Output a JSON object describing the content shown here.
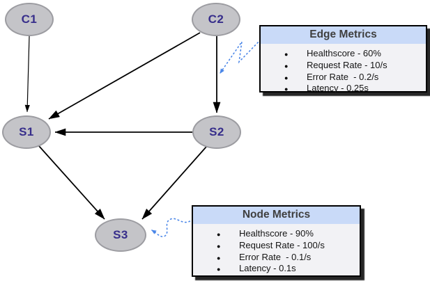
{
  "diagram": {
    "nodes": [
      {
        "id": "C1",
        "label": "C1"
      },
      {
        "id": "C2",
        "label": "C2"
      },
      {
        "id": "S1",
        "label": "S1"
      },
      {
        "id": "S2",
        "label": "S2"
      },
      {
        "id": "S3",
        "label": "S3"
      }
    ],
    "edges": [
      "C1->S1",
      "C2->S1",
      "C2->S2",
      "S2->S1",
      "S1->S3",
      "S2->S3"
    ],
    "annotations": [
      "edge-metrics-callout-points-to-edge-C2-S2",
      "node-metrics-callout-points-to-node-S3"
    ]
  },
  "edge_metrics": {
    "title": "Edge Metrics",
    "items": [
      "Healthscore - 60%",
      "Request Rate - 10/s",
      "Error Rate  - 0.2/s",
      "Latency - 0.25s"
    ]
  },
  "node_metrics": {
    "title": "Node Metrics",
    "items": [
      "Healthscore - 90%",
      "Request Rate - 100/s",
      "Error Rate  - 0.1/s",
      "Latency - 0.1s"
    ]
  },
  "colors": {
    "node_fill": "#c4c4c8",
    "node_border": "#9c9ca1",
    "node_text": "#372e8b",
    "box_header_bg": "#c9daf8",
    "box_body_bg": "#f2f2f5",
    "box_border": "#000000",
    "edge_stroke": "#000000",
    "callout_arrow": "#4a86e8"
  }
}
